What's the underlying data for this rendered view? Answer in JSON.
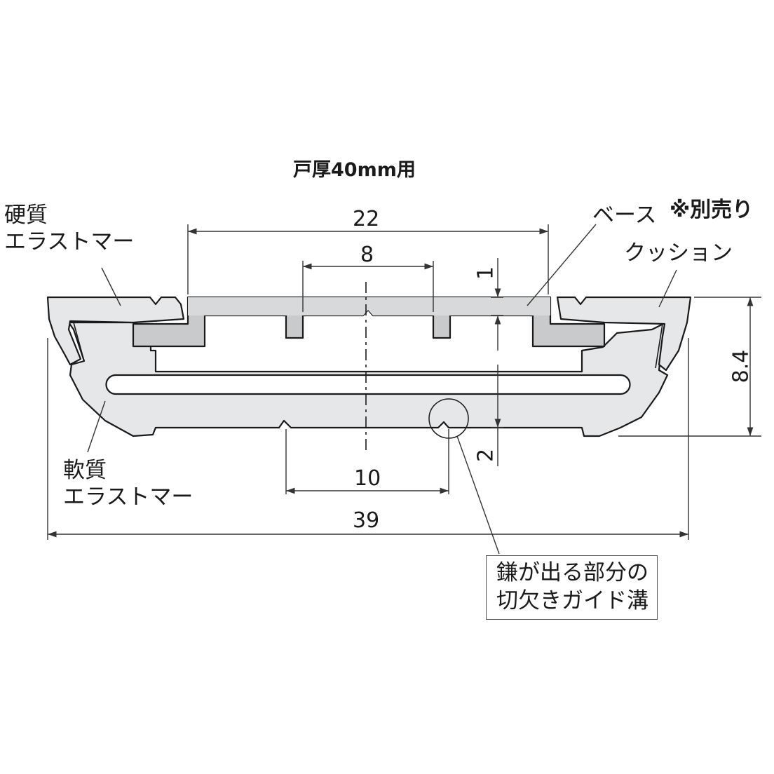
{
  "title": "戸厚40mm用",
  "note": "※別売り",
  "labels": {
    "hard_elastomer_1": "硬質",
    "hard_elastomer_2": "エラストマー",
    "soft_elastomer_1": "軟質",
    "soft_elastomer_2": "エラストマー",
    "base": "ベース",
    "cushion": "クッション"
  },
  "callout": {
    "line1": "鎌が出る部分の",
    "line2": "切欠きガイド溝"
  },
  "dimensions": {
    "d22": "22",
    "d8": "8",
    "d1": "1",
    "d8_4": "8.4",
    "d2": "2",
    "d10": "10",
    "d39": "39"
  },
  "colors": {
    "elastomer_fill": "#e6e7e8",
    "base_fill": "#c9cacb",
    "outline": "#1a1a1a",
    "dimension_line": "#333333"
  }
}
